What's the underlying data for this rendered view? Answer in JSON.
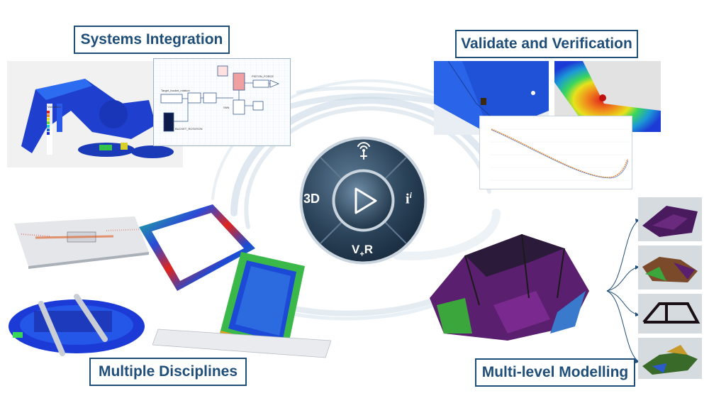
{
  "labels": {
    "systems_integration": "Systems Integration",
    "validate_verification": "Validate and Verification",
    "multiple_disciplines": "Multiple Disciplines",
    "multi_level_modelling": "Multi-level Modelling"
  },
  "compass": {
    "left": "3D",
    "right": "i",
    "right_sup": "i",
    "bottom_v": "V",
    "bottom_plus": "+",
    "bottom_r": "R"
  },
  "colors": {
    "label_border": "#1f4e79",
    "label_text": "#1f4e79",
    "compass_dark": "#1e3346",
    "fea_blue": "#1c3fd6",
    "fea_red": "#e0241c",
    "car_purple": "#5a1f6e"
  },
  "icons": [
    "play-icon",
    "wireless-antenna-icon"
  ]
}
